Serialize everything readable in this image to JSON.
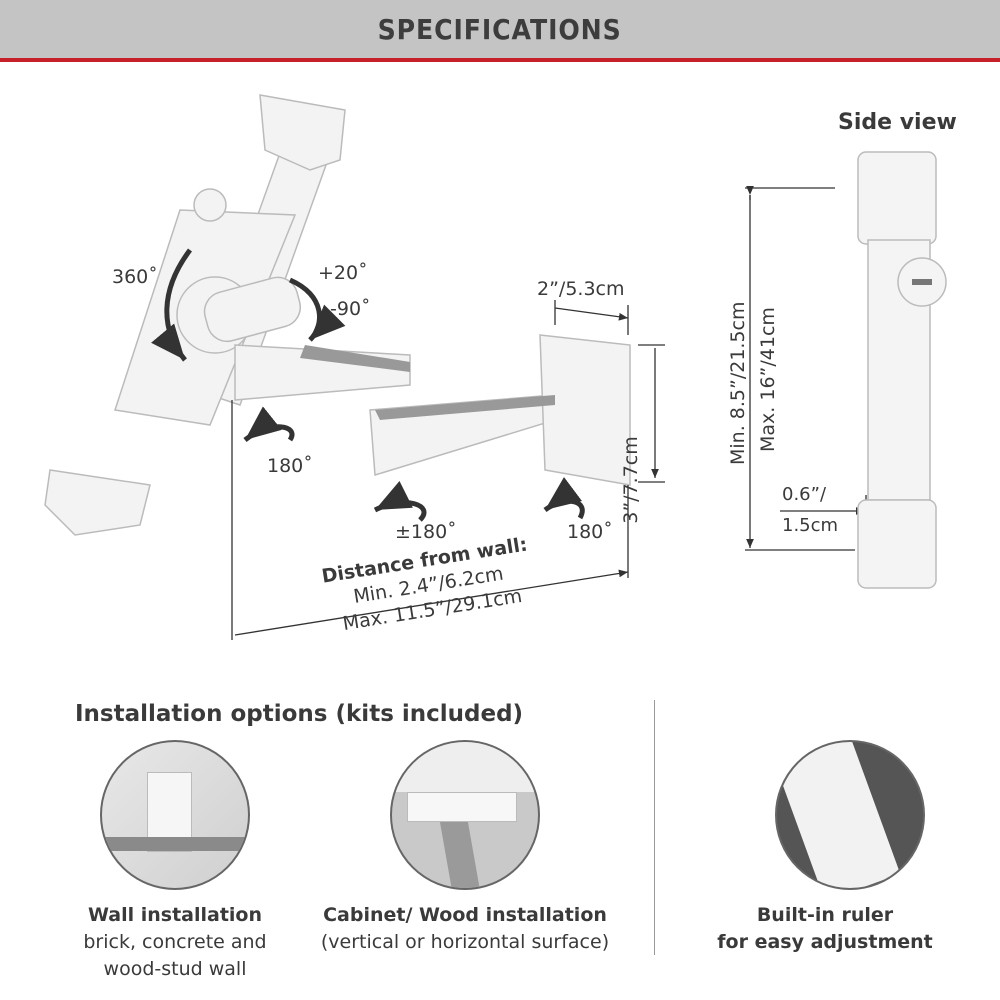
{
  "header": {
    "title": "SPECIFICATIONS"
  },
  "main_view": {
    "rot_360": "360˚",
    "tilt_up": "+20˚",
    "tilt_down": "-90˚",
    "plate_width": "2”/5.3cm",
    "plate_height": "3”/7.7cm",
    "swivel_1": "180˚",
    "swivel_2": "±180˚",
    "swivel_3": "180˚",
    "distance_title": "Distance from wall:",
    "distance_min": "Min. 2.4”/6.2cm",
    "distance_max": "Max. 11.5”/29.1cm"
  },
  "side_view": {
    "title": "Side view",
    "min_size": "Min. 8.5”/21.5cm",
    "max_size": "Max. 16”/41cm",
    "depth_line1": "0.6”/",
    "depth_line2": "1.5cm"
  },
  "installation": {
    "title": "Installation options (kits included)",
    "options": [
      {
        "title": "Wall installation",
        "lines": [
          "brick, concrete and",
          "wood-stud wall"
        ]
      },
      {
        "title": "Cabinet/ Wood installation",
        "lines": [
          "(vertical or horizontal surface)"
        ]
      },
      {
        "title": "Built-in ruler",
        "lines": [
          "for easy adjustment"
        ]
      }
    ]
  },
  "colors": {
    "header_bg": "#c4c4c4",
    "accent_red": "#c8202a"
  }
}
